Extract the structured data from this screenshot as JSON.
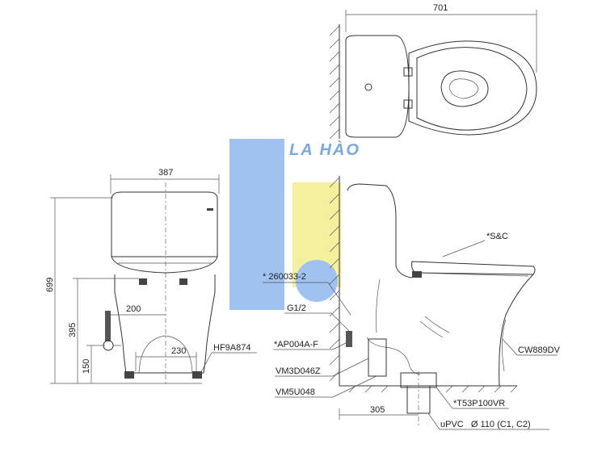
{
  "watermark": {
    "brand_text": "LA HÀO",
    "colors": {
      "blue": "#8fb8ee",
      "yellow": "#f4ee8c"
    }
  },
  "front_view": {
    "width_dim": "387",
    "height_dim": "699",
    "height_395": "395",
    "height_150": "150",
    "dim_200": "200",
    "dim_230": "230",
    "valve_label": "HF9A874"
  },
  "top_view": {
    "length_dim": "701"
  },
  "side_view": {
    "seat_label": "*S&C",
    "part_260033": "* 260033-2",
    "thread_label": "G1/2",
    "part_ap004": "*AP004A-F",
    "part_vm3d": "VM3D046Z",
    "part_vm5u": "VM5U048",
    "bowl_label": "CW889DV",
    "rough_in_dim": "305",
    "part_t53": "*T53P100VR",
    "pipe_label": "uPVC   Ø 110 (C1, C2)"
  }
}
